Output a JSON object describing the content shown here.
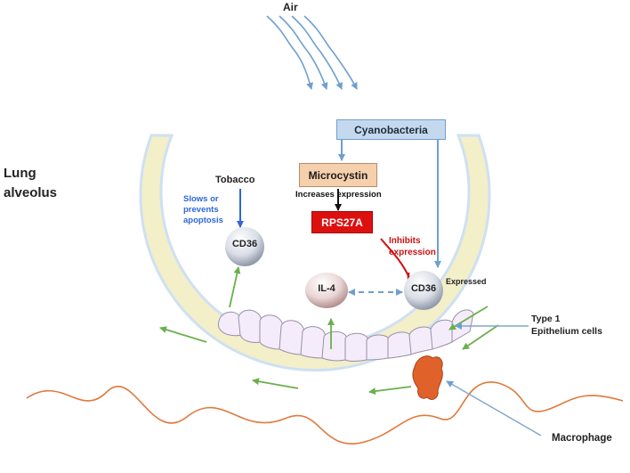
{
  "labels": {
    "air": "Air",
    "lung": "Lung",
    "alveolus": "alveolus",
    "tobacco": "Tobacco",
    "slows_line1": "Slows or",
    "slows_line2": "prevents",
    "slows_line3": "apoptosis",
    "increases_expression": "Increases expression",
    "inhibits_line1": "Inhibits",
    "inhibits_line2": "expression",
    "expressed": "Expressed",
    "type1_line1": "Type 1",
    "type1_line2": "Epithelium cells",
    "macrophage": "Macrophage"
  },
  "boxes": {
    "cyanobacteria": "Cyanobacteria",
    "microcystin": "Microcystin",
    "rps27a": "RPS27A"
  },
  "cells": {
    "cd36_left": "CD36",
    "il4": "IL-4",
    "cd36_right": "CD36"
  },
  "colors": {
    "blue_arrow": "#6f9fd0",
    "bright_blue": "#2f66d8",
    "red": "#d01010",
    "green": "#6ab04c",
    "orange_wave": "#e07a3c",
    "band_fill": "#f2efc9",
    "band_edge": "#cfe0f2",
    "cyano_fill": "#c5d9ee",
    "micro_fill": "#f6cfad",
    "rps_fill": "#dd1010",
    "macrophage": "#e0622a"
  }
}
